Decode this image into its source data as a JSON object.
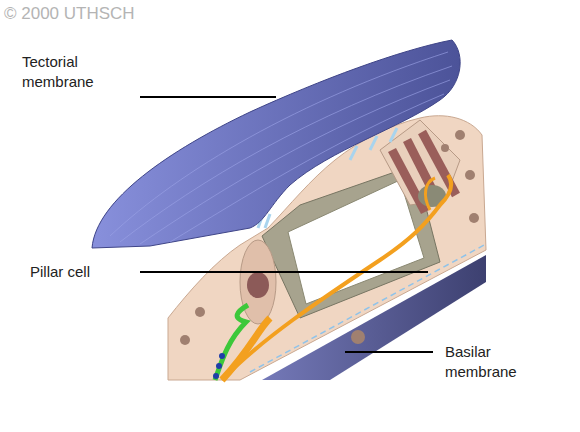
{
  "diagram": {
    "labels": [
      "© 2000 UTHSCH",
      "Tectorial membrane",
      "Pillar cell",
      "Basilar membrane"
    ]
  }
}
